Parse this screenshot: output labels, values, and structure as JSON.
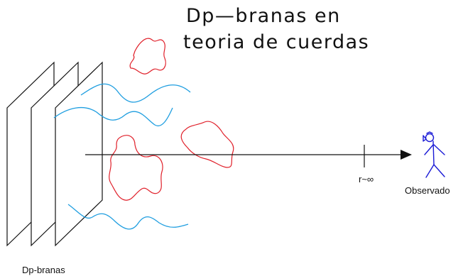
{
  "diagram": {
    "title_line1": "Dp—branas en",
    "title_line2": "teoria de cuerdas",
    "branes_label": "Dp-branas",
    "distance_label": "r~∞",
    "observer_label": "Observado",
    "colors": {
      "outline": "#111111",
      "open_string": "#1f9ee0",
      "closed_string": "#e0202a",
      "observer": "#1a1ad6"
    }
  }
}
